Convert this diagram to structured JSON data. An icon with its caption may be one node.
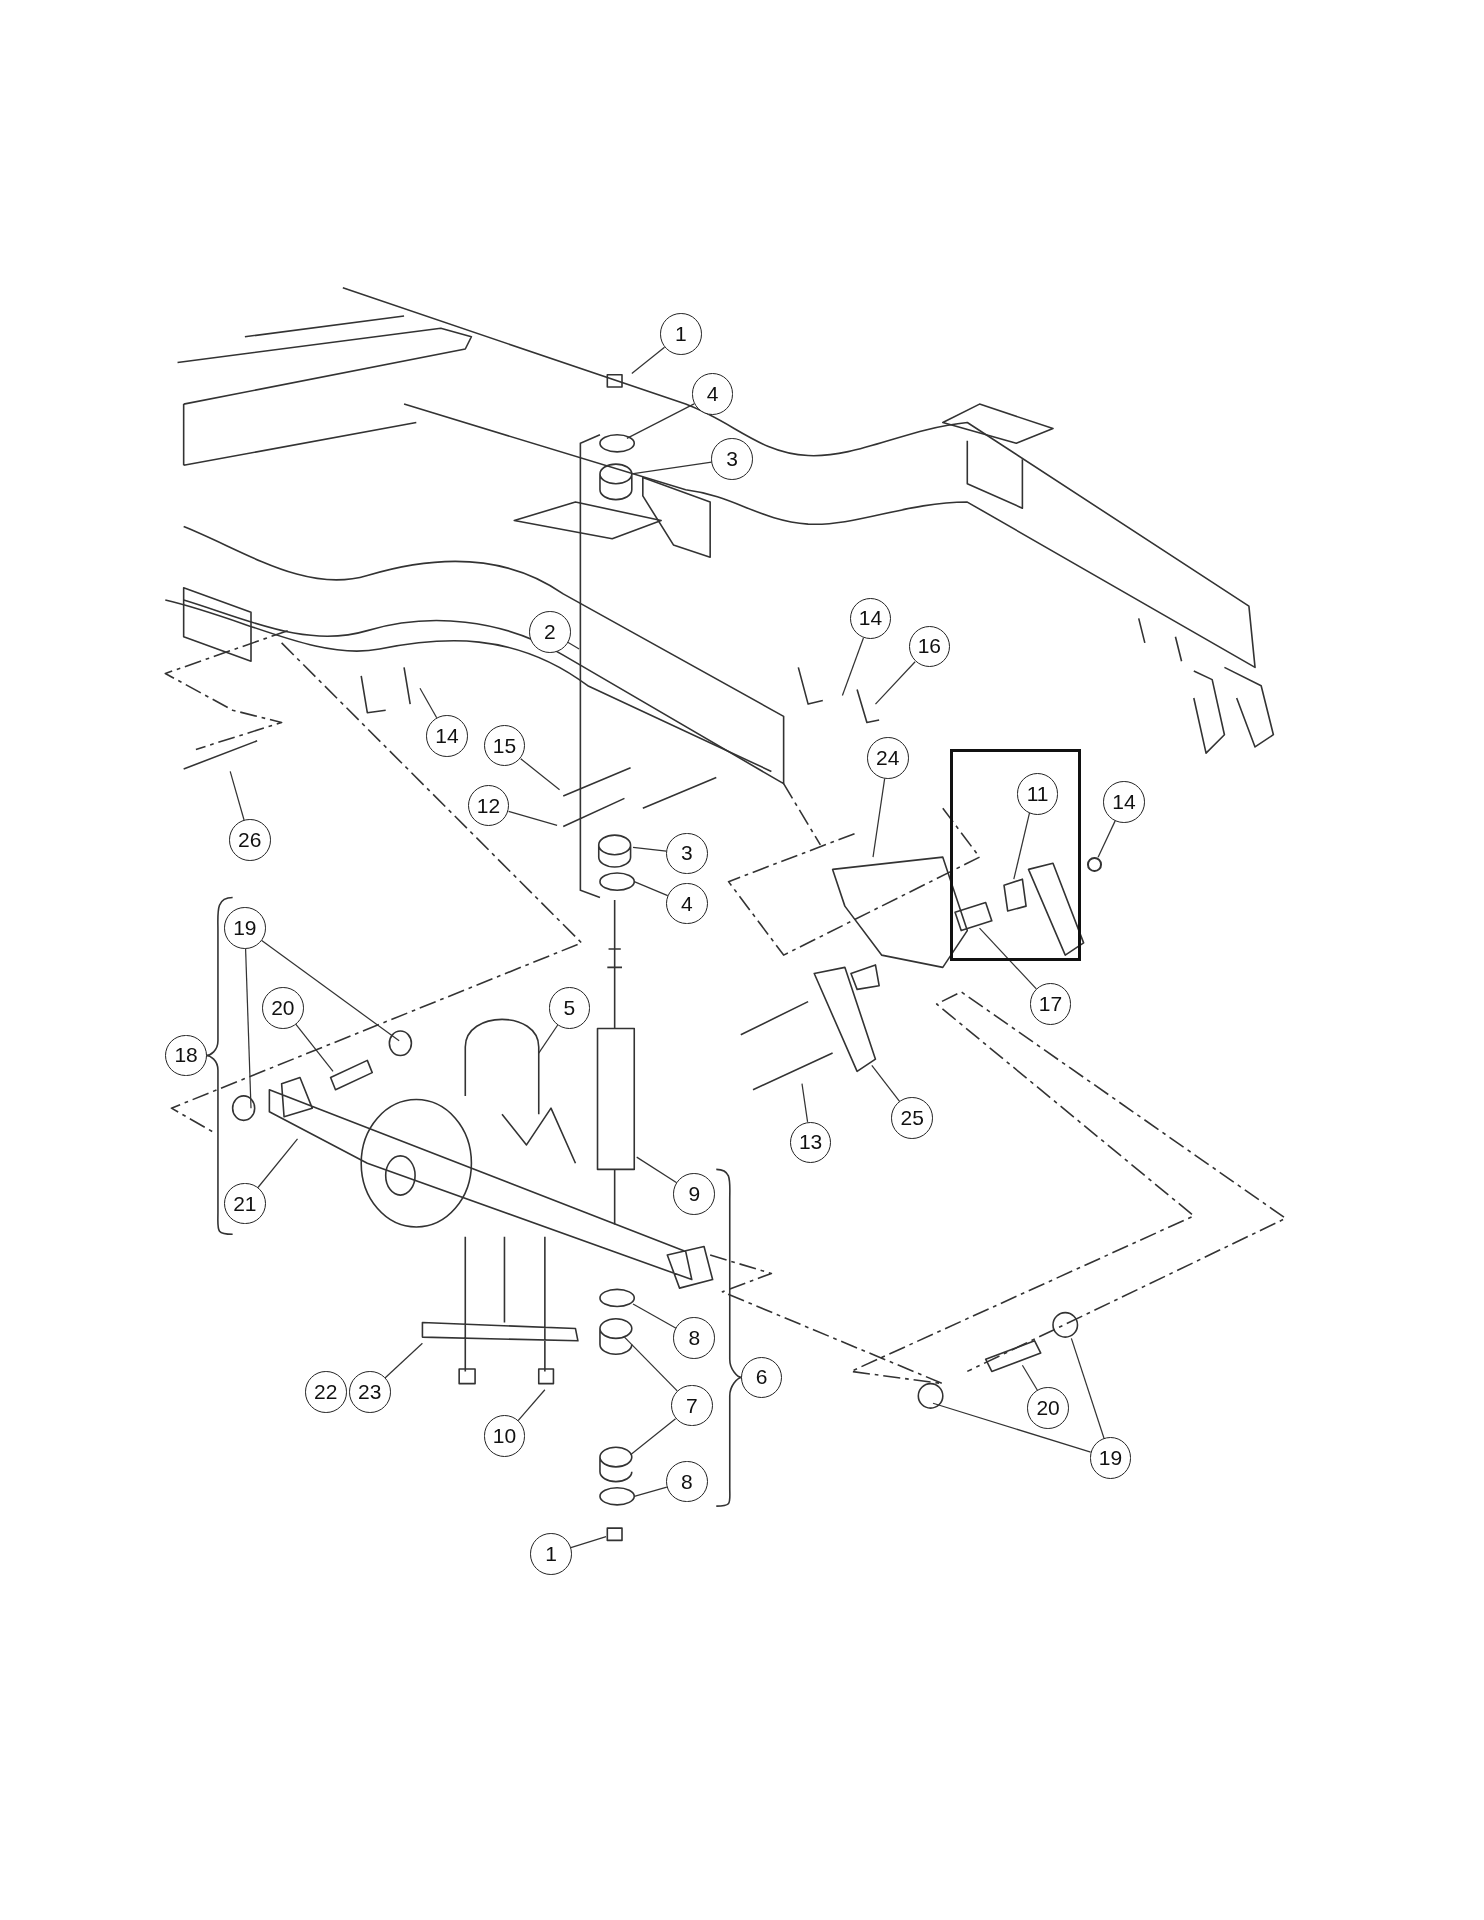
{
  "diagram": {
    "nodes": [
      {
        "text": [
          "1"
        ]
      },
      {
        "text": [
          "4"
        ]
      },
      {
        "text": [
          "3"
        ]
      },
      {
        "text": [
          "2"
        ]
      },
      {
        "text": [
          "14"
        ]
      },
      {
        "text": [
          "16"
        ]
      },
      {
        "text": [
          "14"
        ]
      },
      {
        "text": [
          "15"
        ]
      },
      {
        "text": [
          "12"
        ]
      },
      {
        "text": [
          "26"
        ]
      },
      {
        "text": [
          "24"
        ]
      },
      {
        "text": [],
        "shape": "box"
      },
      {
        "text": [
          "11"
        ],
        "in": 11
      },
      {
        "text": [
          "14"
        ]
      },
      {
        "text": [
          "3"
        ]
      },
      {
        "text": [
          "4"
        ]
      },
      {
        "text": [
          "19"
        ]
      },
      {
        "text": [
          "20"
        ]
      },
      {
        "text": [
          "5"
        ]
      },
      {
        "text": [
          "18"
        ]
      },
      {
        "text": [
          "17"
        ]
      },
      {
        "text": [
          "25"
        ]
      },
      {
        "text": [
          "13"
        ]
      },
      {
        "text": [
          "21"
        ]
      },
      {
        "text": [
          "9"
        ]
      },
      {
        "text": [
          "8"
        ]
      },
      {
        "text": [
          "6"
        ]
      },
      {
        "text": [
          "7"
        ]
      },
      {
        "text": [
          "22"
        ]
      },
      {
        "text": [
          "23"
        ]
      },
      {
        "text": [
          "10"
        ]
      },
      {
        "text": [
          "20"
        ]
      },
      {
        "text": [
          "19"
        ]
      },
      {
        "text": [
          "8"
        ]
      },
      {
        "text": [
          "1"
        ]
      },
      {
        "text": [],
        "shape": "circle"
      }
    ],
    "edges": [
      {
        "from": 0,
        "to": null,
        "arrow": "none"
      },
      {
        "from": 1,
        "to": null,
        "arrow": "none"
      },
      {
        "from": 2,
        "to": null,
        "arrow": "none"
      },
      {
        "from": 3,
        "to": null,
        "arrow": "none"
      },
      {
        "from": 4,
        "to": null,
        "arrow": "none"
      },
      {
        "from": 5,
        "to": null,
        "arrow": "none"
      },
      {
        "from": 6,
        "to": null,
        "arrow": "none"
      },
      {
        "from": 7,
        "to": null,
        "arrow": "none"
      },
      {
        "from": 8,
        "to": null,
        "arrow": "none"
      },
      {
        "from": 9,
        "to": null,
        "arrow": "none"
      },
      {
        "from": 10,
        "to": null,
        "arrow": "none"
      },
      {
        "from": 12,
        "to": null,
        "arrow": "none"
      },
      {
        "from": 13,
        "to": 35,
        "arrow": "none"
      },
      {
        "from": 14,
        "to": null,
        "arrow": "none"
      },
      {
        "from": 15,
        "to": null,
        "arrow": "none"
      },
      {
        "from": 16,
        "to": null,
        "arrow": "none"
      },
      {
        "from": 16,
        "to": null,
        "arrow": "none"
      },
      {
        "from": 17,
        "to": null,
        "arrow": "none"
      },
      {
        "from": 18,
        "to": null,
        "arrow": "none"
      },
      {
        "from": 20,
        "to": null,
        "arrow": "none"
      },
      {
        "from": 21,
        "to": null,
        "arrow": "none"
      },
      {
        "from": 22,
        "to": null,
        "arrow": "none"
      },
      {
        "from": 23,
        "to": null,
        "arrow": "none"
      },
      {
        "from": 24,
        "to": null,
        "arrow": "none"
      },
      {
        "from": 25,
        "to": null,
        "arrow": "none"
      },
      {
        "from": 27,
        "to": null,
        "arrow": "none"
      },
      {
        "from": 27,
        "to": null,
        "arrow": "none"
      },
      {
        "from": 29,
        "to": null,
        "arrow": "none"
      },
      {
        "from": 30,
        "to": null,
        "arrow": "none"
      },
      {
        "from": 31,
        "to": null,
        "arrow": "none"
      },
      {
        "from": 32,
        "to": null,
        "arrow": "none"
      },
      {
        "from": 32,
        "to": null,
        "arrow": "none"
      },
      {
        "from": 33,
        "to": null,
        "arrow": "none"
      },
      {
        "from": 34,
        "to": null,
        "arrow": "none"
      }
    ]
  }
}
